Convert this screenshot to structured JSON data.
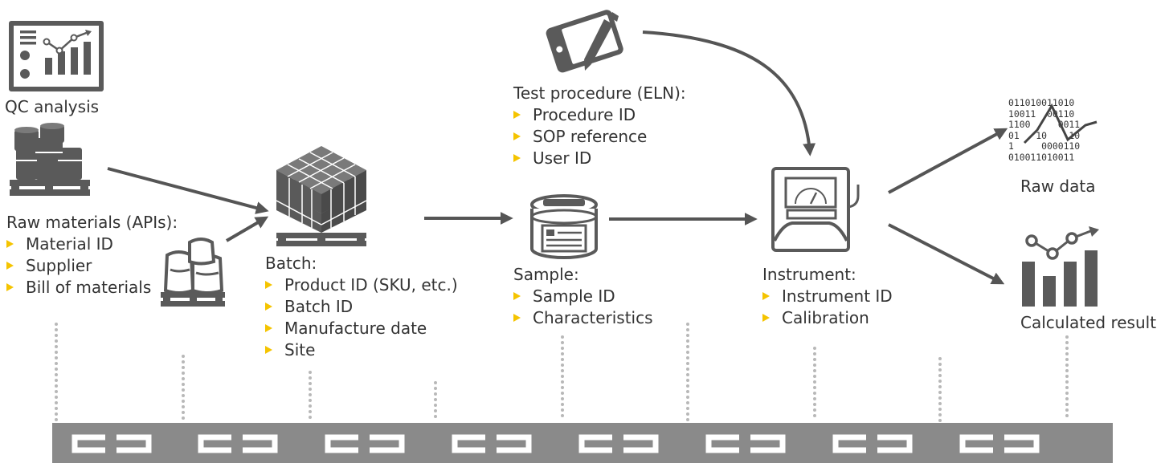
{
  "labels": {
    "qc_analysis": "QC analysis",
    "raw_data": "Raw data",
    "calculated_result": "Calculated result"
  },
  "raw_materials": {
    "heading": "Raw materials (APIs):",
    "items": [
      "Material ID",
      "Supplier",
      "Bill of materials"
    ]
  },
  "batch": {
    "heading": "Batch:",
    "items": [
      "Product ID (SKU, etc.)",
      "Batch ID",
      "Manufacture date",
      "Site"
    ]
  },
  "test_procedure": {
    "heading": "Test procedure (ELN):",
    "items": [
      "Procedure ID",
      "SOP reference",
      "User ID"
    ]
  },
  "sample": {
    "heading": "Sample:",
    "items": [
      "Sample ID",
      "Characteristics"
    ]
  },
  "instrument": {
    "heading": "Instrument:",
    "items": [
      "Instrument ID",
      "Calibration"
    ]
  },
  "raw_data_bits": [
    "011010011010",
    "10011  00110",
    "1100     0011",
    "01   10    10",
    "1     0000110",
    "010011010011"
  ],
  "icons": {
    "qc": "dashboard-chart-icon",
    "raw_materials": "drums-on-pallet-icon",
    "raw_materials_open": "open-drums-on-pallet-icon",
    "batch": "boxes-on-pallet-icon",
    "test_procedure": "tablet-pen-icon",
    "sample": "sample-container-icon",
    "instrument": "instrument-meter-icon",
    "raw_data": "binary-data-icon",
    "calculated_result": "bar-chart-result-icon",
    "chain": "chain-link-icon"
  },
  "colors": {
    "icon": "#555555",
    "text": "#333333",
    "bullet": "#f5c400",
    "chain": "#8a8a8a",
    "dots": "#b8b8b8"
  }
}
